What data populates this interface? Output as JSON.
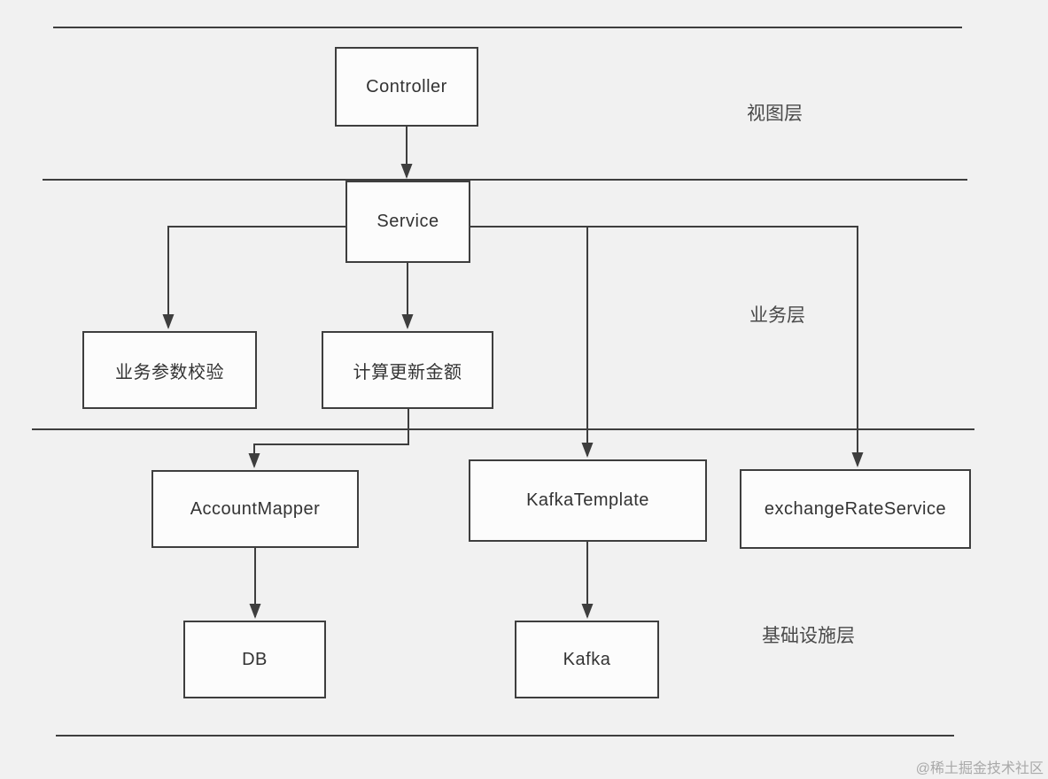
{
  "diagram": {
    "title": "layered-architecture-flow",
    "nodes": {
      "controller": {
        "label": "Controller"
      },
      "service": {
        "label": "Service"
      },
      "param_check": {
        "label": "业务参数校验"
      },
      "calc_amount": {
        "label": "计算更新金额"
      },
      "account_mapper": {
        "label": "AccountMapper"
      },
      "kafka_template": {
        "label": "KafkaTemplate"
      },
      "exchange_rate_service": {
        "label": "exchangeRateService"
      },
      "db": {
        "label": "DB"
      },
      "kafka": {
        "label": "Kafka"
      }
    },
    "layers": {
      "view": {
        "label": "视图层"
      },
      "business": {
        "label": "业务层"
      },
      "infrastructure": {
        "label": "基础设施层"
      }
    },
    "edges": [
      {
        "from": "Controller",
        "to": "Service"
      },
      {
        "from": "Service",
        "to": "业务参数校验"
      },
      {
        "from": "Service",
        "to": "计算更新金额"
      },
      {
        "from": "Service",
        "to": "KafkaTemplate"
      },
      {
        "from": "Service",
        "to": "exchangeRateService"
      },
      {
        "from": "计算更新金额",
        "to": "AccountMapper"
      },
      {
        "from": "AccountMapper",
        "to": "DB"
      },
      {
        "from": "KafkaTemplate",
        "to": "Kafka"
      }
    ],
    "colors": {
      "background": "#f1f1f1",
      "box_fill": "#fcfcfc",
      "line": "#3e3e3e",
      "text": "#333333",
      "watermark": "#a9a9a9"
    },
    "watermark": "@稀土掘金技术社区"
  }
}
